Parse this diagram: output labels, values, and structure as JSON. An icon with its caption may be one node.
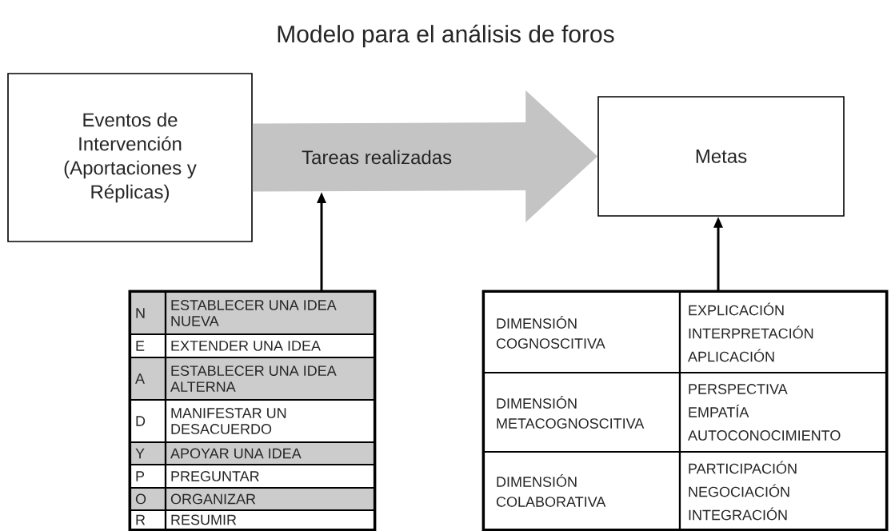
{
  "diagram": {
    "title": "Modelo para el análisis de foros",
    "nodes": [
      {
        "text": [
          "Eventos de Intervención (Aportaciones y Réplicas)"
        ]
      },
      {
        "text": [
          "Metas"
        ]
      },
      {
        "text": [],
        "shape": "box"
      },
      {
        "text": [
          "N"
        ],
        "in": 2
      },
      {
        "text": [
          "ESTABLECER UNA IDEA NUEVA"
        ],
        "in": 2
      },
      {
        "text": [
          "E"
        ],
        "in": 2
      },
      {
        "text": [
          "EXTENDER UNA IDEA"
        ],
        "in": 2
      },
      {
        "text": [
          "A"
        ],
        "in": 2
      },
      {
        "text": [
          "ESTABLECER UNA IDEA ALTERNA"
        ],
        "in": 2
      },
      {
        "text": [
          "D"
        ],
        "in": 2
      },
      {
        "text": [
          "MANIFESTAR UN DESACUERDO"
        ],
        "in": 2
      },
      {
        "text": [
          "Y"
        ],
        "in": 2
      },
      {
        "text": [
          "APOYAR UNA IDEA"
        ],
        "in": 2
      },
      {
        "text": [
          "P"
        ],
        "in": 2
      },
      {
        "text": [
          "PREGUNTAR"
        ],
        "in": 2
      },
      {
        "text": [
          "O"
        ],
        "in": 2
      },
      {
        "text": [
          "ORGANIZAR"
        ],
        "in": 2
      },
      {
        "text": [
          "R"
        ],
        "in": 2
      },
      {
        "text": [
          "RESUMIR"
        ],
        "in": 2
      },
      {
        "text": [],
        "shape": "box"
      },
      {
        "text": [
          "DIMENSIÓN COGNOSCITIVA"
        ],
        "in": 19
      },
      {
        "text": [
          "EXPLICACIÓN",
          "INTERPRETACIÓN",
          "APLICACIÓN"
        ],
        "in": 19
      },
      {
        "text": [
          "DIMENSIÓN METACOGNOSCITIVA"
        ],
        "in": 19
      },
      {
        "text": [
          "PERSPECTIVA",
          "EMPATÍA",
          "AUTOCONOCIMIENTO"
        ],
        "in": 19
      },
      {
        "text": [
          "DIMENSIÓN COLABORATIVA"
        ],
        "in": 19
      },
      {
        "text": [
          "PARTICIPACIÓN",
          "NEGOCIACIÓN",
          "INTEGRACIÓN"
        ],
        "in": 19
      }
    ],
    "edges": [
      {
        "from": 0,
        "to": 1,
        "arrow": "to",
        "label": "Tareas realizadas",
        "style": "thick",
        "color": "#c4c4c4"
      },
      {
        "from": 2,
        "to": null,
        "arrow": "to"
      },
      {
        "from": 19,
        "to": 1,
        "arrow": "to"
      }
    ]
  }
}
